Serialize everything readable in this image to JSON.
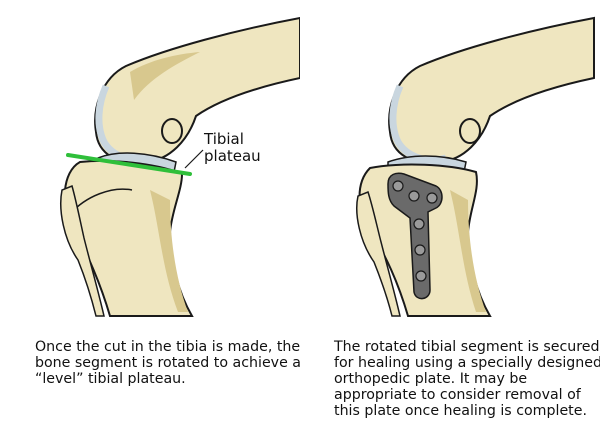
{
  "labels": {
    "tibial_plateau": "Tibial\nplateau"
  },
  "captions": {
    "left": "Once the cut in the tibia is made, the bone segment is rotated to achieve a “level” tibial plateau.",
    "right": "The rotated tibial segment is secured for healing using a specially designed orthopedic plate. It may be appropriate to consider removal of this plate once healing is complete."
  },
  "colors": {
    "bone": "#efe6c0",
    "bone_shadow": "#d8c88e",
    "cartilage": "#c9d6df",
    "cut_line": "#2fbf3a",
    "plate": "#6a6a6a",
    "outline": "#1a1a1a"
  }
}
